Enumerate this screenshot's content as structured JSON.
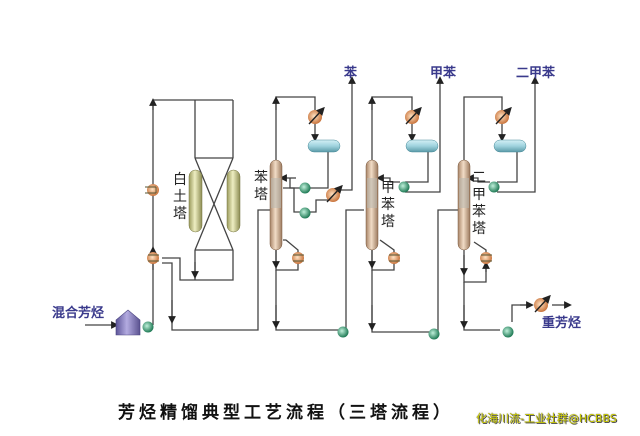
{
  "diagram": {
    "title": "芳烃精馏典型工艺流程（三塔流程）",
    "watermark": "化海川流-工业社群@HCBBS",
    "feed_label": "混合芳烃",
    "clay_tower_label": "白土塔",
    "benzene_tower_label": "苯塔",
    "toluene_tower_label": "甲苯塔",
    "xylene_tower_label": "二甲苯塔",
    "products": {
      "benzene": "苯",
      "toluene": "甲苯",
      "xylene": "二甲苯",
      "heavy_aromatics": "重芳烃"
    },
    "colors": {
      "pipe": "#444444",
      "label_blue": "#3a3a8c",
      "column": "#d8b99a",
      "clay_vessel": "#c9c98a",
      "drum": "#9fd3de",
      "pump": "#3aa37a",
      "exchanger": "#e0915a",
      "feed_tank": "#8a82c0"
    }
  }
}
